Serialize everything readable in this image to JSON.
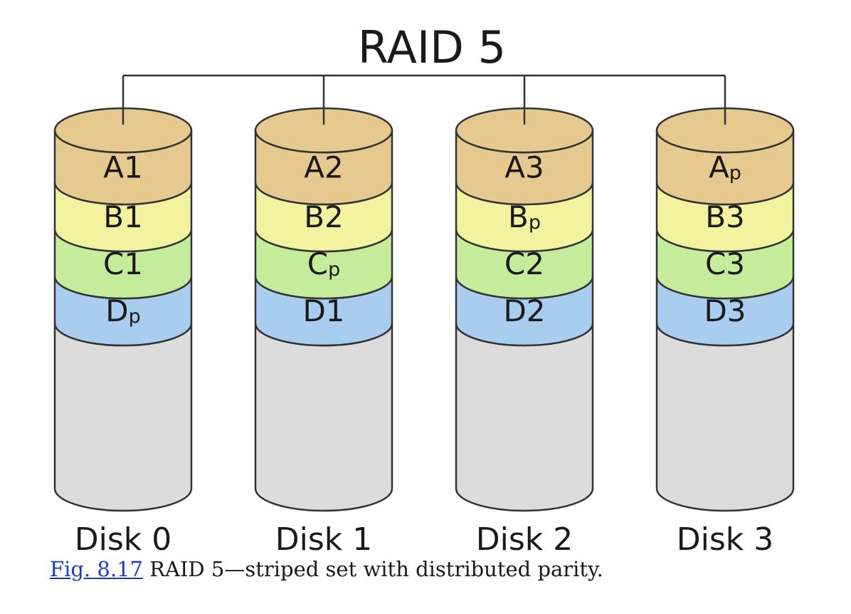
{
  "diagram": {
    "title": "RAID 5",
    "colors": {
      "A": "#e6c98f",
      "B": "#f3f29e",
      "C": "#c4ec9a",
      "D": "#a8cdef",
      "empty": "#dcdcdc",
      "outline": "#333333"
    },
    "disks": [
      {
        "label": "Disk 0",
        "blocks": [
          {
            "row": "A",
            "main": "A",
            "sub": "1",
            "parity": false
          },
          {
            "row": "B",
            "main": "B",
            "sub": "1",
            "parity": false
          },
          {
            "row": "C",
            "main": "C",
            "sub": "1",
            "parity": false
          },
          {
            "row": "D",
            "main": "D",
            "sub": "p",
            "parity": true
          }
        ]
      },
      {
        "label": "Disk 1",
        "blocks": [
          {
            "row": "A",
            "main": "A",
            "sub": "2",
            "parity": false
          },
          {
            "row": "B",
            "main": "B",
            "sub": "2",
            "parity": false
          },
          {
            "row": "C",
            "main": "C",
            "sub": "p",
            "parity": true
          },
          {
            "row": "D",
            "main": "D",
            "sub": "1",
            "parity": false
          }
        ]
      },
      {
        "label": "Disk 2",
        "blocks": [
          {
            "row": "A",
            "main": "A",
            "sub": "3",
            "parity": false
          },
          {
            "row": "B",
            "main": "B",
            "sub": "p",
            "parity": true
          },
          {
            "row": "C",
            "main": "C",
            "sub": "2",
            "parity": false
          },
          {
            "row": "D",
            "main": "D",
            "sub": "2",
            "parity": false
          }
        ]
      },
      {
        "label": "Disk 3",
        "blocks": [
          {
            "row": "A",
            "main": "A",
            "sub": "p",
            "parity": true
          },
          {
            "row": "B",
            "main": "B",
            "sub": "3",
            "parity": false
          },
          {
            "row": "C",
            "main": "C",
            "sub": "3",
            "parity": false
          },
          {
            "row": "D",
            "main": "D",
            "sub": "3",
            "parity": false
          }
        ]
      }
    ]
  },
  "caption": {
    "link_text": "Fig. 8.17",
    "text": " RAID 5—striped set with distributed parity."
  }
}
